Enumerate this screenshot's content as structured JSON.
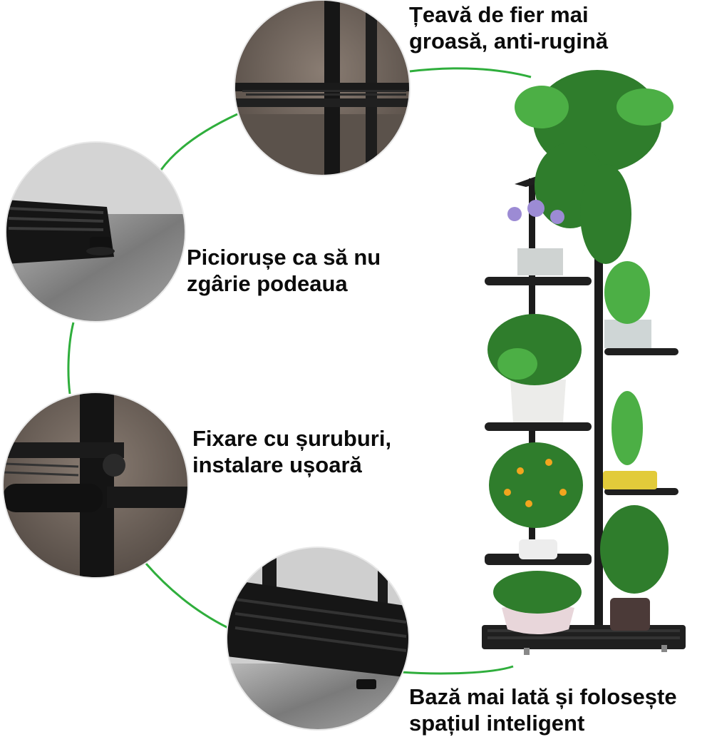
{
  "features": [
    {
      "id": "tube",
      "lines": [
        "Țeavă de fier mai",
        "groasă, anti-rugină"
      ],
      "icon": "shelf-tube-detail"
    },
    {
      "id": "feet",
      "lines": [
        "Piciorușe ca să nu",
        "zgârie podeaua"
      ],
      "icon": "foot-pad-detail"
    },
    {
      "id": "screws",
      "lines": [
        "Fixare cu șuruburi,",
        "instalare ușoară"
      ],
      "icon": "joint-screw-detail"
    },
    {
      "id": "base",
      "lines": [
        "Bază mai lată și folosește",
        "spațiul inteligent"
      ],
      "icon": "wide-base-detail"
    }
  ],
  "colors": {
    "arc": "#2fae3c",
    "frame": "#1b1b1b",
    "leaf": "#2f7d2c",
    "leaf_light": "#4caf45",
    "text": "#0b0b0b"
  }
}
